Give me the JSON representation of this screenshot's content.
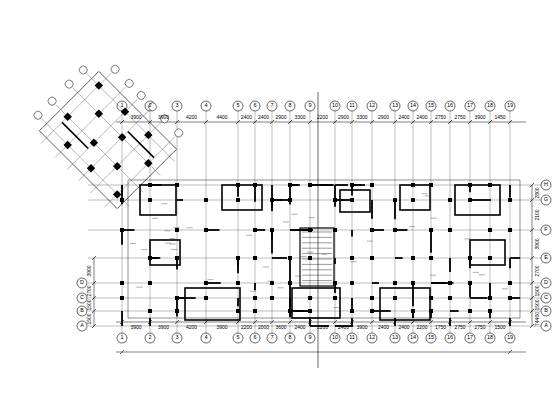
{
  "diagram": {
    "labels": [
      "1",
      "2",
      "3",
      "4",
      "5",
      "6",
      "7",
      "8",
      "9",
      "10",
      "11",
      "12",
      "13",
      "14",
      "15",
      "16",
      "17",
      "18",
      "19",
      "1",
      "2",
      "3",
      "4",
      "5",
      "6",
      "7",
      "8",
      "9",
      "10",
      "11",
      "12",
      "13",
      "14",
      "15",
      "16",
      "17",
      "18",
      "19",
      "D",
      "C",
      "B",
      "A",
      "H",
      "G",
      "F",
      "E",
      "D",
      "C",
      "B",
      "A",
      "3900",
      "3900",
      "4200",
      "4400",
      "2400",
      "2400",
      "2900",
      "3300",
      "2200",
      "2900",
      "3300",
      "2900",
      "2400",
      "2400",
      "2750",
      "2750",
      "3900",
      "1450",
      "3900",
      "3900",
      "4200",
      "3900",
      "2200",
      "2000",
      "3600",
      "2400",
      "2200",
      "2400",
      "3900",
      "2400",
      "2400",
      "2200",
      "1750",
      "2750",
      "2750",
      "1500",
      "3900",
      "2700",
      "1500",
      "1500",
      "2800",
      "2100",
      "3900",
      "2700",
      "1500",
      "1500",
      "74400"
    ]
  }
}
